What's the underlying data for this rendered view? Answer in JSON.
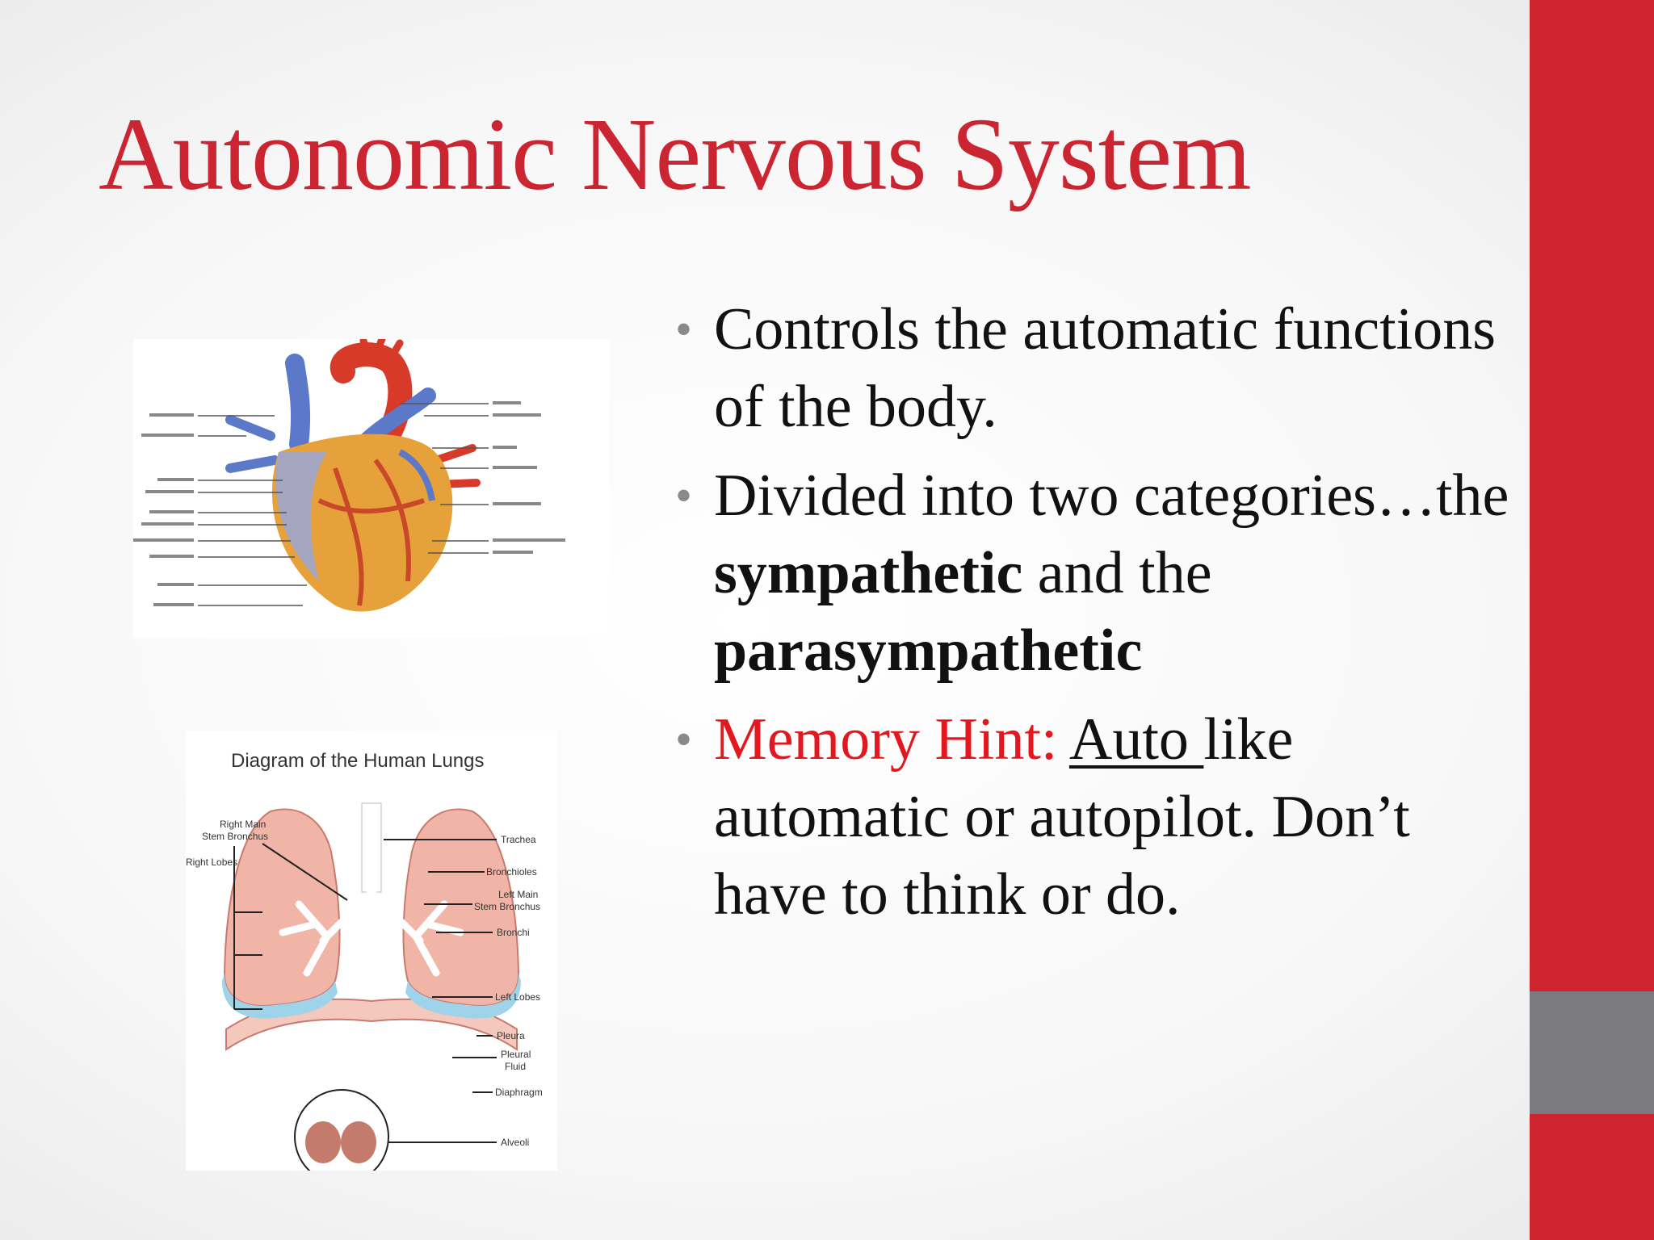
{
  "slide": {
    "title": "Autonomic Nervous System",
    "accent_color": "#cc2532",
    "sidebar_colors": [
      "#cf2530",
      "#7b7b7f"
    ]
  },
  "bullets": {
    "b1": "Controls the automatic functions of the body.",
    "b2_intro": "Divided into two categories…the ",
    "b2_term1": "sympathetic",
    "b2_mid": " and the ",
    "b2_term2": "parasympathetic",
    "b3_label": "Memory Hint:",
    "b3_underlined": "Auto ",
    "b3_rest": "like automatic or autopilot. Don’t have to think or do."
  },
  "lungs_diagram": {
    "title": "Diagram of the Human Lungs",
    "labels": {
      "right_main_stem_bronchus_1": "Right Main",
      "right_main_stem_bronchus_2": "Stem Bronchus",
      "right_lobes": "Right Lobes",
      "trachea": "Trachea",
      "bronchioles": "Bronchioles",
      "left_main_stem_bronchus_1": "Left Main",
      "left_main_stem_bronchus_2": "Stem Bronchus",
      "bronchi": "Bronchi",
      "left_lobes": "Left Lobes",
      "pleura": "Pleura",
      "pleural_fluid_1": "Pleural",
      "pleural_fluid_2": "Fluid",
      "diaphragm": "Diaphragm",
      "alveoli": "Alveoli"
    }
  },
  "icons": {
    "bullet": "•",
    "heart_figure": "heart-illustration-icon",
    "lungs_figure": "lungs-illustration-icon"
  }
}
